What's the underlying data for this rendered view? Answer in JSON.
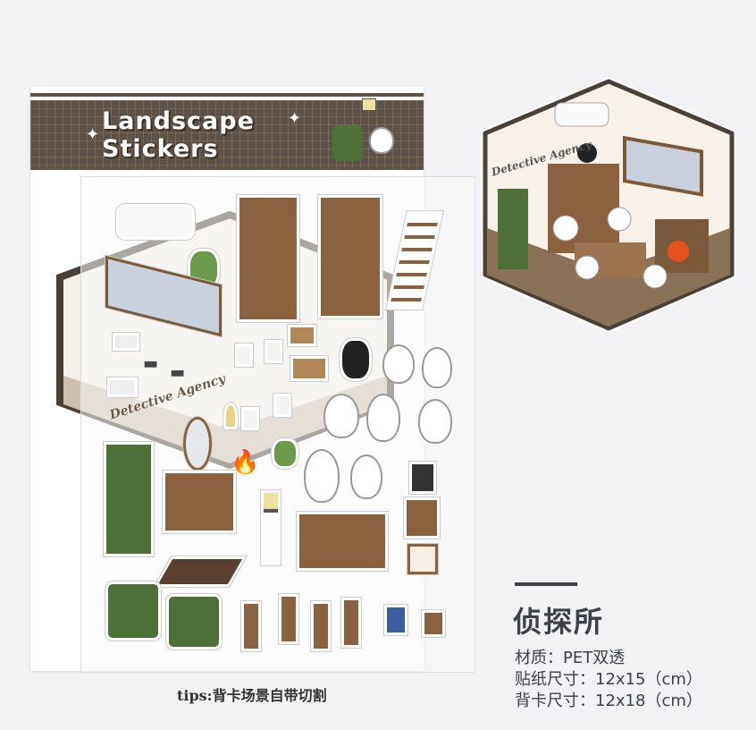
{
  "card": {
    "title_line1": "Landscape",
    "title_line2": "Stickers",
    "sign_text": "Detective Agency"
  },
  "preview": {
    "sign_text": "Detective Agency"
  },
  "tips": "tips:背卡场景自带切割",
  "product": {
    "name": "侦探所",
    "material": "材质：PET双透",
    "sticker_size": "贴纸尺寸：12x15（cm）",
    "card_size": "背卡尺寸：12x18（cm）"
  },
  "colors": {
    "band": "#5e5145",
    "text": "#3c4048",
    "background": "#f2f2f4"
  }
}
